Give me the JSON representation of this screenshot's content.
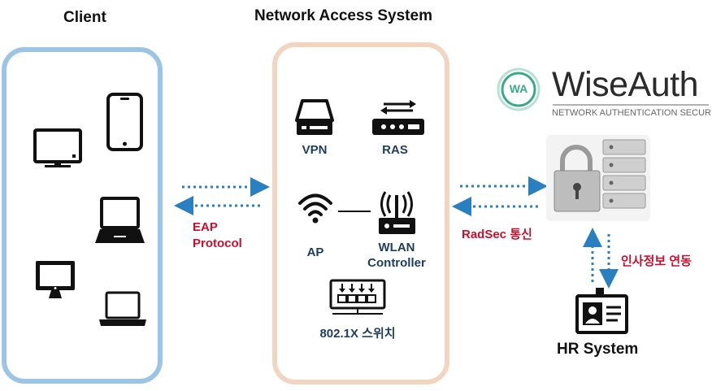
{
  "client": {
    "title": "Client"
  },
  "nas": {
    "title": "Network Access System",
    "vpn": "VPN",
    "ras": "RAS",
    "ap": "AP",
    "wlan": "WLAN\nController",
    "switch": "802.1X 스위치"
  },
  "links": {
    "eap": "EAP\nProtocol",
    "radsec": "RadSec 통신",
    "hr_link": "인사정보 연동"
  },
  "brand": {
    "badge": "WA",
    "name": "WiseAuth",
    "tagline": "NETWORK AUTHENTICATION SECURITY"
  },
  "hr": {
    "title": "HR System"
  },
  "colors": {
    "client_border": "#9cc4e4",
    "nas_border": "#f2d5c0",
    "arrow": "#2a7fc1",
    "accent_red": "#c8102e",
    "brand_green": "#3aa98a"
  }
}
